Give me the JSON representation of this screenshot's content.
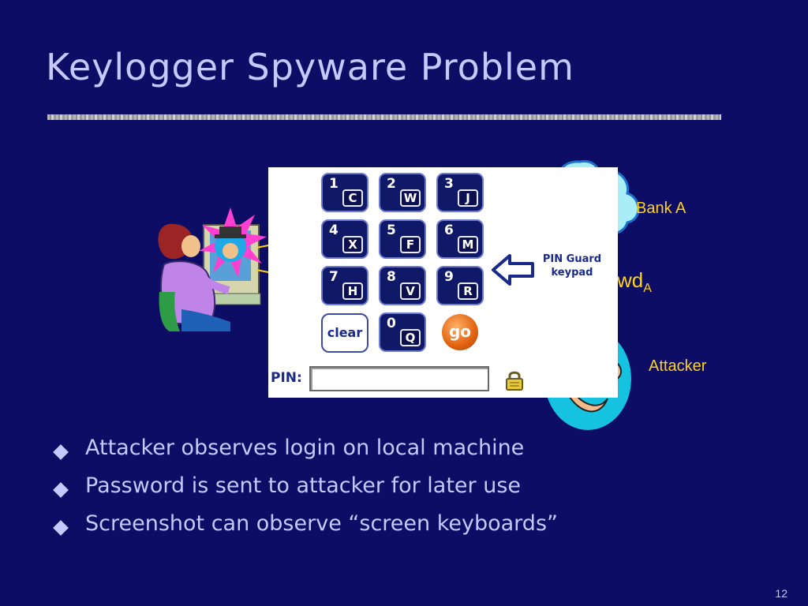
{
  "slide": {
    "title": "Keylogger Spyware Problem",
    "page_number": "12"
  },
  "diagram": {
    "bank_label": "Bank A",
    "pwd_text": "wd",
    "pwd_subscript": "A",
    "attacker_label": "Attacker"
  },
  "keypad": {
    "keys": [
      {
        "num": "1",
        "letter": "C"
      },
      {
        "num": "2",
        "letter": "W"
      },
      {
        "num": "3",
        "letter": "J"
      },
      {
        "num": "4",
        "letter": "X"
      },
      {
        "num": "5",
        "letter": "F"
      },
      {
        "num": "6",
        "letter": "M"
      },
      {
        "num": "7",
        "letter": "H"
      },
      {
        "num": "8",
        "letter": "V"
      },
      {
        "num": "9",
        "letter": "R"
      },
      {
        "num": "0",
        "letter": "Q"
      }
    ],
    "clear_label": "clear",
    "go_label": "go",
    "pin_guard_line1": "PIN Guard",
    "pin_guard_line2": "keypad",
    "pin_label": "PIN:",
    "pin_value": ""
  },
  "bullets": [
    "Attacker observes login on local machine",
    "Password is sent to attacker for later use",
    "Screenshot can observe “screen keyboards”"
  ],
  "colors": {
    "background": "#0d0d66",
    "title": "#c5c9ff",
    "label": "#ffd21a",
    "key": "#101868"
  }
}
